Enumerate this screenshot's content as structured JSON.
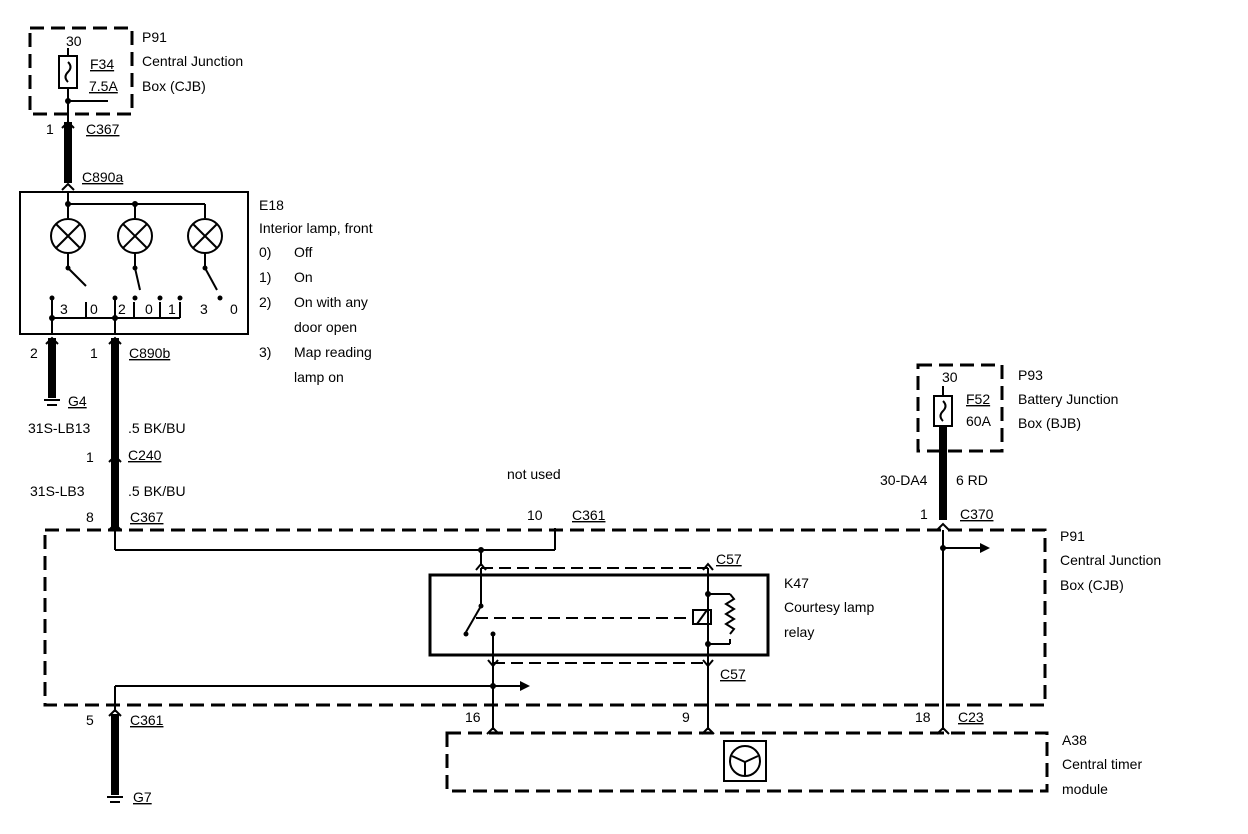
{
  "p91_top": {
    "id": "P91",
    "line1": "Central Junction",
    "line2": "Box (CJB)",
    "pin": "30",
    "fuse": "F34",
    "rating": "7.5A"
  },
  "c367_top": {
    "pin": "1",
    "connector": "C367"
  },
  "c890a": {
    "connector": "C890a"
  },
  "e18": {
    "id": "E18",
    "title": "Interior lamp, front",
    "legend": [
      {
        "num": "0)",
        "text": "Off"
      },
      {
        "num": "1)",
        "text": "On"
      },
      {
        "num": "2)",
        "text": "On with any"
      },
      {
        "num": "",
        "text": "door open"
      },
      {
        "num": "3)",
        "text": "Map reading"
      },
      {
        "num": "",
        "text": "lamp on"
      }
    ],
    "switch_positions": [
      "3",
      "0",
      "2",
      "0",
      "1",
      "3",
      "0"
    ]
  },
  "c890b": {
    "pin_left": "2",
    "pin_right": "1",
    "connector": "C890b"
  },
  "g4": {
    "label": "G4"
  },
  "wire_a": {
    "circuit": "31S-LB13",
    "spec": ".5 BK/BU"
  },
  "c240": {
    "pin": "1",
    "connector": "C240"
  },
  "wire_b": {
    "circuit": "31S-LB3",
    "spec": ".5 BK/BU"
  },
  "c367_mid": {
    "pin": "8",
    "connector": "C367"
  },
  "not_used": "not used",
  "c361_top": {
    "pin": "10",
    "connector": "C361"
  },
  "p93": {
    "id": "P93",
    "line1": "Battery Junction",
    "line2": "Box (BJB)",
    "pin": "30",
    "fuse": "F52",
    "rating": "60A"
  },
  "wire_c": {
    "circuit": "30-DA4",
    "spec": "6 RD"
  },
  "c370": {
    "pin": "1",
    "connector": "C370"
  },
  "p91_mid": {
    "id": "P91",
    "line1": "Central Junction",
    "line2": "Box (CJB)"
  },
  "c57_top": "C57",
  "k47": {
    "id": "K47",
    "line1": "Courtesy lamp",
    "line2": "relay"
  },
  "c57_bottom": "C57",
  "c361_bottom": {
    "pin": "5",
    "connector": "C361"
  },
  "a38_pins": {
    "p16": "16",
    "p9": "9",
    "p18": "18",
    "connector": "C23"
  },
  "a38": {
    "id": "A38",
    "line1": "Central timer",
    "line2": "module"
  },
  "g7": {
    "label": "G7"
  },
  "colors": {
    "ink": "#000000",
    "paper": "#ffffff"
  }
}
